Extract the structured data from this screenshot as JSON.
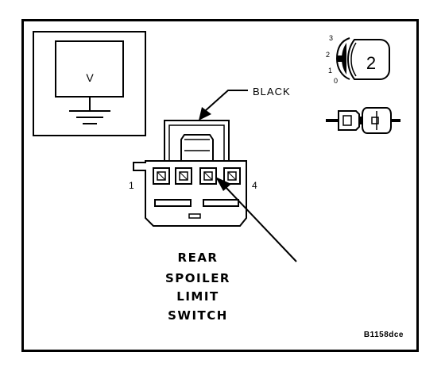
{
  "meter": {
    "symbol": "V"
  },
  "wire": {
    "color_label": "BLACK"
  },
  "connector": {
    "pin_left": "1",
    "pin_right": "4"
  },
  "view_icon": {
    "marks": [
      "3",
      "2",
      "1",
      "0"
    ],
    "selected": "2"
  },
  "title_lines": [
    "REAR",
    "SPOILER",
    "LIMIT",
    "SWITCH"
  ],
  "figure_id": "B1158dce"
}
